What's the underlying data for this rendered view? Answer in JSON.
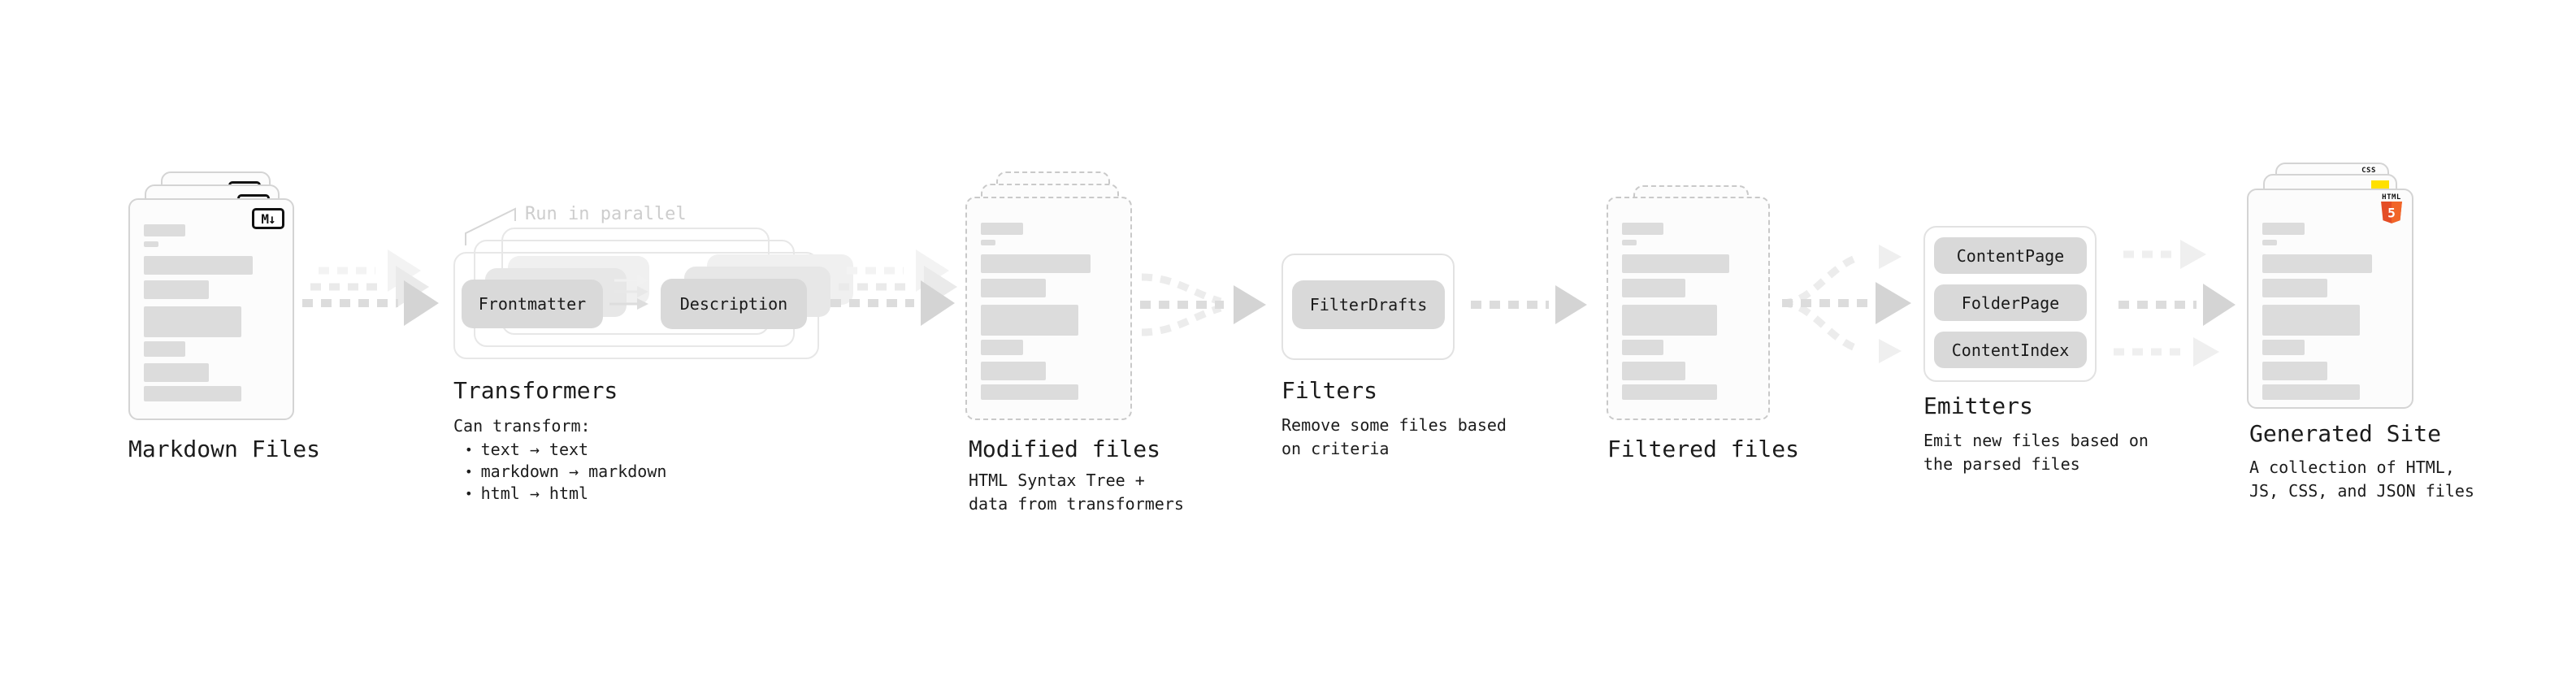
{
  "stages": {
    "markdown_files": {
      "title": "Markdown Files"
    },
    "transformers": {
      "title": "Transformers",
      "note": "Run in parallel",
      "pill_left": "Frontmatter",
      "pill_right": "Description",
      "desc_heading": "Can transform:",
      "bullets": [
        "text → text",
        "markdown → markdown",
        "html → html"
      ]
    },
    "modified_files": {
      "title": "Modified files",
      "subtitle": "HTML Syntax Tree +\ndata from transformers"
    },
    "filters": {
      "title": "Filters",
      "pill": "FilterDrafts",
      "subtitle": "Remove some files based\non criteria"
    },
    "filtered_files": {
      "title": "Filtered files"
    },
    "emitters": {
      "title": "Emitters",
      "pills": [
        "ContentPage",
        "FolderPage",
        "ContentIndex"
      ],
      "subtitle": "Emit new files based on\nthe parsed files"
    },
    "generated_site": {
      "title": "Generated Site",
      "subtitle": "A collection of HTML,\nJS, CSS, and JSON files"
    }
  },
  "badges": {
    "markdown": "M↓",
    "css": "CSS",
    "html_label": "HTML",
    "html_number": "5"
  },
  "colors": {
    "markdown_badge_black": "#111111",
    "css_blue": "#2d7ff0",
    "js_yellow": "#ffe000",
    "html5_orange": "#e44d26",
    "html5_orange_light": "#f16529",
    "arrow_gray": "#d4d4d4",
    "pill_gray": "#d9d9d9",
    "note_gray": "#cdcdcd"
  }
}
